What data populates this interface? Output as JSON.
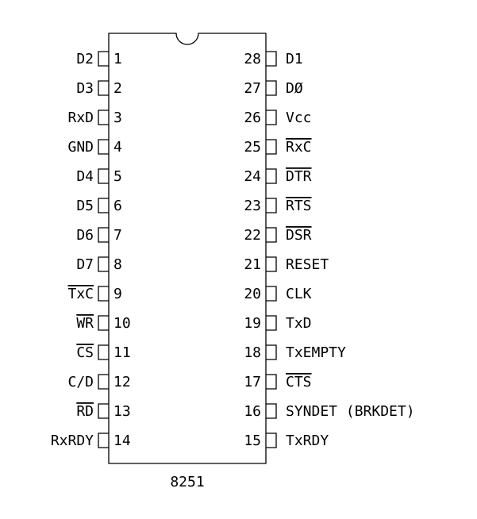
{
  "chip": {
    "part_number": "8251",
    "left_pins": [
      {
        "num": "1",
        "name": "D2",
        "overline": false
      },
      {
        "num": "2",
        "name": "D3",
        "overline": false
      },
      {
        "num": "3",
        "name": "RxD",
        "overline": false
      },
      {
        "num": "4",
        "name": "GND",
        "overline": false
      },
      {
        "num": "5",
        "name": "D4",
        "overline": false
      },
      {
        "num": "6",
        "name": "D5",
        "overline": false
      },
      {
        "num": "7",
        "name": "D6",
        "overline": false
      },
      {
        "num": "8",
        "name": "D7",
        "overline": false
      },
      {
        "num": "9",
        "name": "TxC",
        "overline": true
      },
      {
        "num": "10",
        "name": "WR",
        "overline": true
      },
      {
        "num": "11",
        "name": "CS",
        "overline": true
      },
      {
        "num": "12",
        "name": "C/D",
        "overline": false
      },
      {
        "num": "13",
        "name": "RD",
        "overline": true
      },
      {
        "num": "14",
        "name": "RxRDY",
        "overline": false
      }
    ],
    "right_pins": [
      {
        "num": "28",
        "name": "D1",
        "overline": false
      },
      {
        "num": "27",
        "name": "DØ",
        "overline": false
      },
      {
        "num": "26",
        "name": "Vcc",
        "overline": false
      },
      {
        "num": "25",
        "name": "RxC",
        "overline": true
      },
      {
        "num": "24",
        "name": "DTR",
        "overline": true
      },
      {
        "num": "23",
        "name": "RTS",
        "overline": true
      },
      {
        "num": "22",
        "name": "DSR",
        "overline": true
      },
      {
        "num": "21",
        "name": "RESET",
        "overline": false
      },
      {
        "num": "20",
        "name": "CLK",
        "overline": false
      },
      {
        "num": "19",
        "name": "TxD",
        "overline": false
      },
      {
        "num": "18",
        "name": "TxEMPTY",
        "overline": false
      },
      {
        "num": "17",
        "name": "CTS",
        "overline": true
      },
      {
        "num": "16",
        "name": "SYNDET (BRKDET)",
        "overline": false
      },
      {
        "num": "15",
        "name": "TxRDY",
        "overline": false
      }
    ]
  }
}
